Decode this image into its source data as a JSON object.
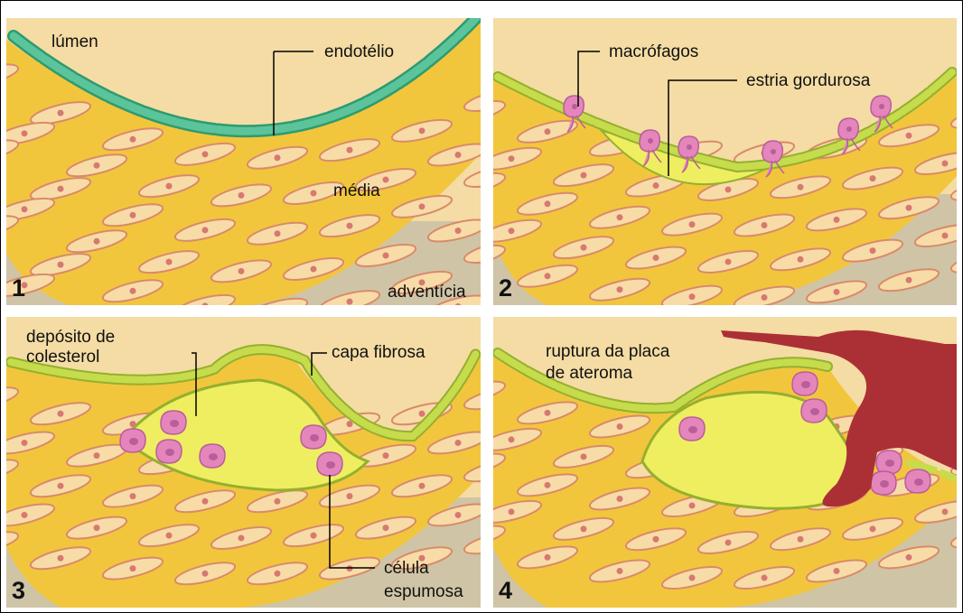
{
  "panels": [
    {
      "number": "1",
      "labels": {
        "lumen": "lúmen",
        "endotelio": "endotélio",
        "media": "média",
        "adventicia": "adventícia"
      }
    },
    {
      "number": "2",
      "labels": {
        "macrofagos": "macrófagos",
        "estria": "estria gordurosa"
      }
    },
    {
      "number": "3",
      "labels": {
        "deposito_1": "depósito de",
        "deposito_2": "colesterol",
        "capa": "capa fibrosa",
        "celula_1": "célula",
        "celula_2": "espumosa"
      }
    },
    {
      "number": "4",
      "labels": {
        "ruptura_1": "ruptura da placa",
        "ruptura_2": "de ateroma"
      }
    }
  ],
  "colors": {
    "lumen": "#f4dca4",
    "media": "#f2c63c",
    "muscle_cell": "#f8dca8",
    "muscle_outline": "#d98a6a",
    "nucleus": "#d87872",
    "adventitia": "#cfc4a6",
    "endothelium_healthy": "#5cc49a",
    "endothelium_outline_healthy": "#2e9a70",
    "endothelium_diseased": "#c6dc4c",
    "endothelium_outline_diseased": "#94b02e",
    "lipid": "#eeee60",
    "foam_cell": "#e486bc",
    "foam_nucleus": "#b85e9a",
    "thrombus": "#ab3036"
  }
}
